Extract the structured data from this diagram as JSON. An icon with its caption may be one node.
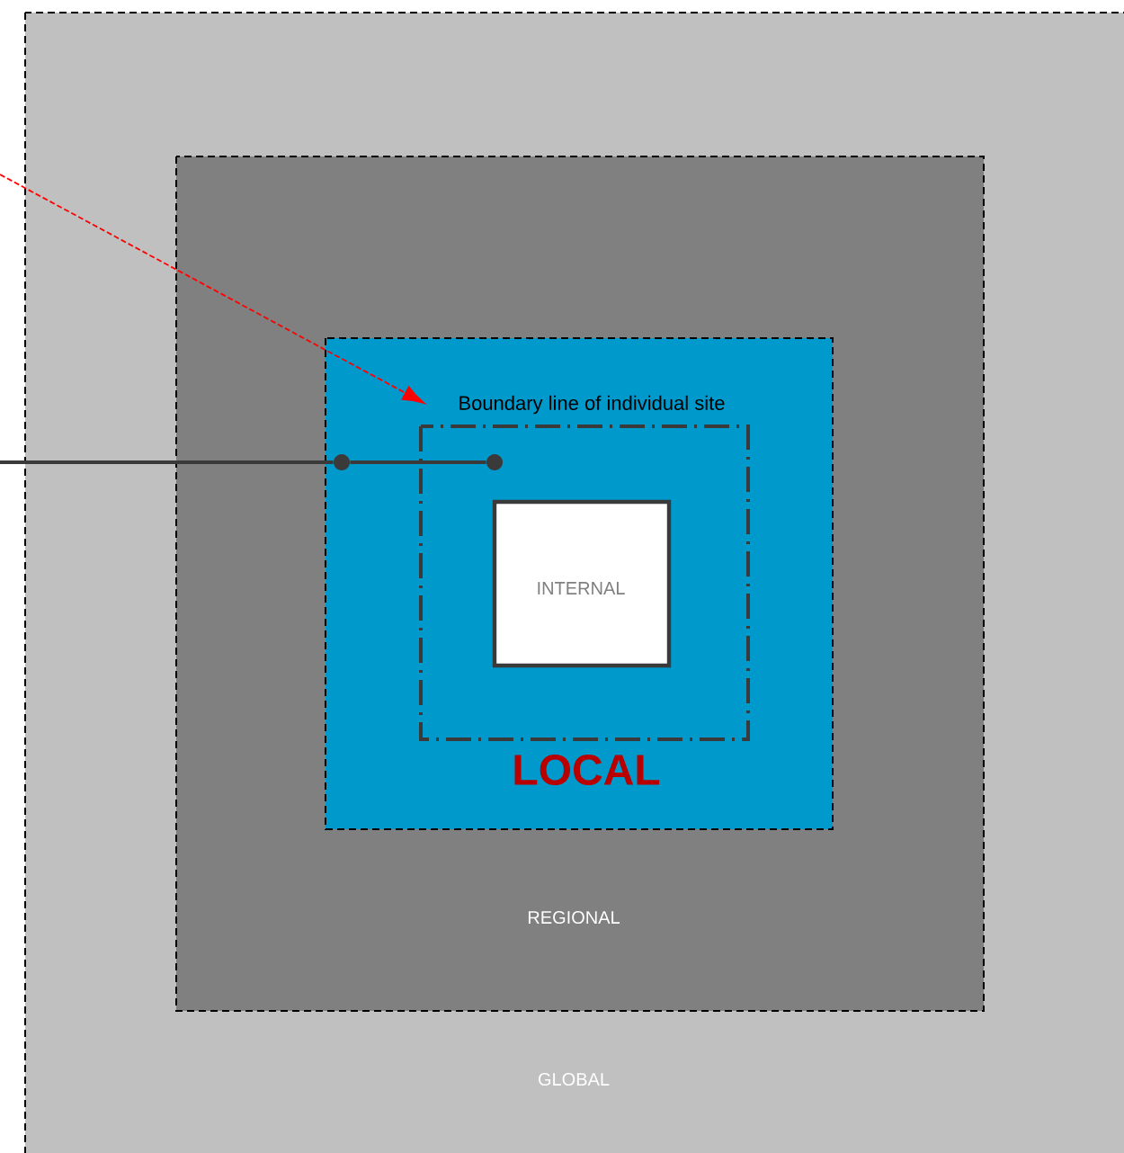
{
  "diagram": {
    "nodes": [
      {
        "text": [
          "GLOBAL"
        ]
      },
      {
        "text": [
          "REGIONAL"
        ],
        "in": 0
      },
      {
        "text": [
          "LOCAL"
        ],
        "in": 1
      },
      {
        "text": [
          "Boundary line of individual site"
        ],
        "in": 2
      },
      {
        "text": [
          "INTERNAL"
        ],
        "in": 3
      },
      {
        "text": [],
        "shape": "circle",
        "in": 2
      },
      {
        "text": [],
        "shape": "circle",
        "in": 3
      }
    ],
    "edges": [
      {
        "from": null,
        "to": 5,
        "arrow": "none"
      },
      {
        "from": 5,
        "to": 6,
        "arrow": "none"
      },
      {
        "from": null,
        "to": 3,
        "arrow": "to",
        "style": "dashed",
        "color": "#ff0000"
      }
    ]
  }
}
